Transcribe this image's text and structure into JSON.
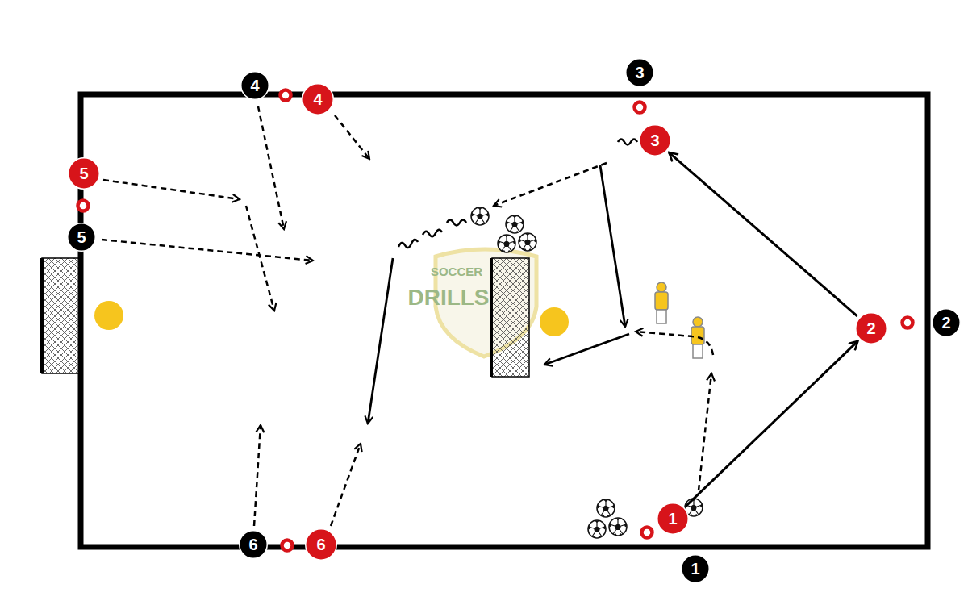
{
  "diagram": {
    "nodes": [
      {
        "text": [
          "3"
        ]
      },
      {
        "text": [
          "4"
        ]
      },
      {
        "text": [
          "4"
        ]
      },
      {
        "text": [
          "3"
        ]
      },
      {
        "text": [
          "5"
        ]
      },
      {
        "text": [
          "5"
        ]
      },
      {
        "text": [
          "2"
        ]
      },
      {
        "text": [
          "2"
        ]
      },
      {
        "text": [
          "1"
        ]
      },
      {
        "text": [
          "6"
        ]
      },
      {
        "text": [
          "6"
        ]
      },
      {
        "text": [
          "1"
        ]
      }
    ],
    "edges": [
      {
        "from": 8,
        "to": 7,
        "arrow": "to"
      },
      {
        "from": 7,
        "to": 3,
        "arrow": "to"
      }
    ],
    "labels": [
      "SOCCER",
      "DRILLS"
    ]
  }
}
